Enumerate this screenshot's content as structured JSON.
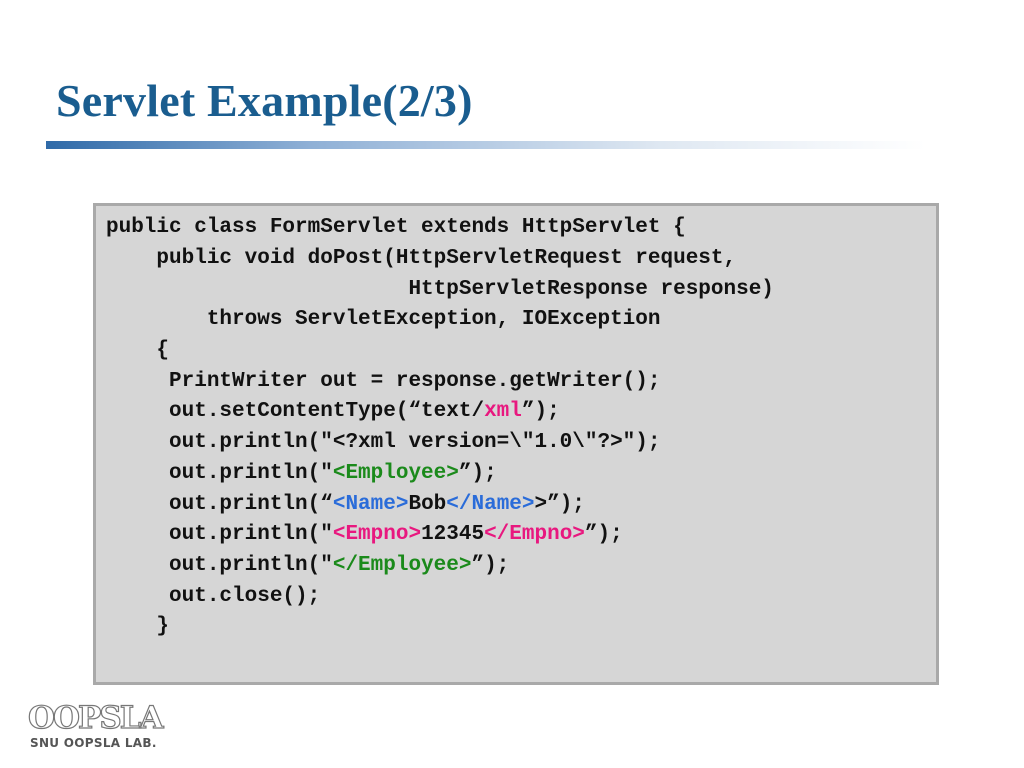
{
  "slide": {
    "title": "Servlet Example(2/3)"
  },
  "code": {
    "lines": [
      "public class FormServlet extends HttpServlet {",
      "    public void doPost(HttpServletRequest request,",
      "                        HttpServletResponse response)",
      "        throws ServletException, IOException",
      "    {",
      "     PrintWriter out = response.getWriter();",
      "     out.setContentType(“text/",
      "xml",
      "”);",
      "     out.println(\"<?xml version=\\\"1.0\\\"?>\");",
      "     out.println(\"",
      "<Employee>",
      "”);",
      "     out.println(“",
      "<Name>",
      "Bob",
      "</Name>",
      ">”);",
      "     out.println(\"",
      "<Empno>",
      "12345",
      "</Empno>",
      "”);",
      "     out.println(\"",
      "</Employee>",
      "”);",
      "     out.close();",
      "    }"
    ]
  },
  "logo": {
    "mark": "OOPSLA",
    "caption": "SNU OOPSLA LAB."
  },
  "colors": {
    "title": "#1a5d8f",
    "keyword_pink": "#e8187f",
    "tag_green": "#1b8a1b",
    "tag_blue": "#2a6cd9",
    "code_background": "#d6d6d6"
  }
}
